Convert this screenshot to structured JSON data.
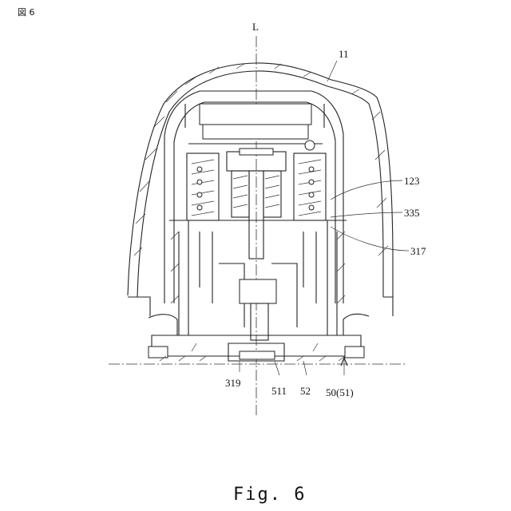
{
  "header_label": "図 6",
  "axis_label": "L",
  "figure_caption": "Fig. 6",
  "reference_labels": {
    "r11": "11",
    "r123": "123",
    "r335": "335",
    "r317": "317",
    "r319": "319",
    "r511": "511",
    "r52": "52",
    "r50": "50(51)"
  }
}
